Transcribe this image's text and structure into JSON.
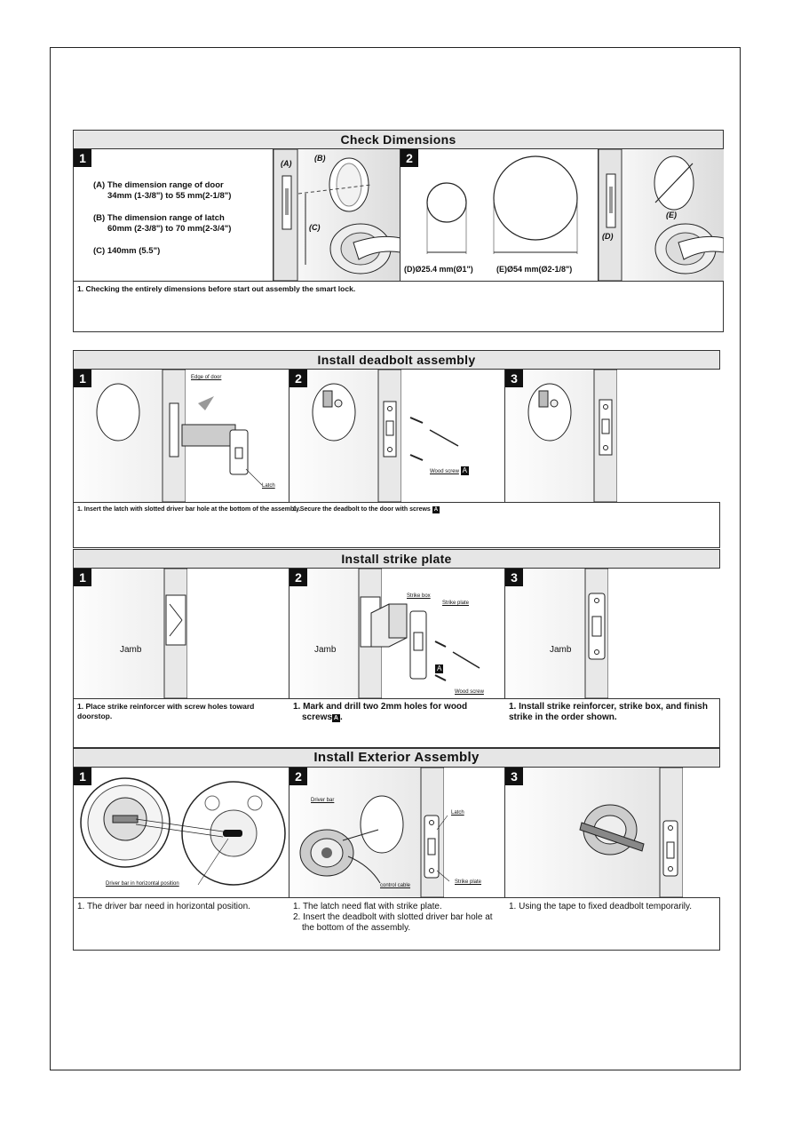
{
  "check": {
    "title": "Check Dimensions",
    "step1_num": "1",
    "step2_num": "2",
    "spec_a_1": "(A)  The dimension range of door",
    "spec_a_2": "34mm (1-3/8\") to 55 mm(2-1/8\")",
    "spec_b_1": "(B)  The dimension range of latch",
    "spec_b_2": "60mm (2-3/8\") to 70 mm(2-3/4\")",
    "spec_c": "(C)  140mm (5.5\")",
    "lbl_a": "(A)",
    "lbl_b": "(B)",
    "lbl_c": "(C)",
    "lbl_d": "(D)",
    "lbl_e": "(E)",
    "hole_d": "(D)Ø25.4 mm(Ø1\")",
    "hole_e": "(E)Ø54 mm(Ø2-1/8\")",
    "note": "1. Checking the entirely dimensions before start out assembly the smart lock."
  },
  "deadbolt": {
    "title": "Install deadbolt assembly",
    "n1": "1",
    "n2": "2",
    "n3": "3",
    "edge_label": "Edge of door",
    "latch_label": "Latch",
    "wood_screw": "Wood screw",
    "badge": "A",
    "cap1": "1. Insert the latch with slotted driver bar hole at the bottom of the assembly.",
    "cap2": "1. Secure the deadbolt to the door with screws"
  },
  "strike": {
    "title": "Install strike plate",
    "n1": "1",
    "n2": "2",
    "n3": "3",
    "jamb": "Jamb",
    "strike_box": "Strike box",
    "strike_plate": "Strike plate",
    "wood_screw": "Wood screw",
    "badge": "A",
    "cap1": "1. Place strike reinforcer with screw holes toward doorstop.",
    "cap2a": "1. Mark and drill two 2mm holes for wood",
    "cap2b": "screws",
    "cap3": "1. Install strike reinforcer, strike box, and finish strike in the order shown."
  },
  "exterior": {
    "title": "Install Exterior Assembly",
    "n1": "1",
    "n2": "2",
    "n3": "3",
    "driver_bar_pos": "Driver bar in horizontal position",
    "driver_bar": "Driver bar",
    "latch": "Latch",
    "control_cable": "control cable",
    "strike_plate": "Strike plate",
    "cap1": "1. The driver bar need in horizontal position.",
    "cap2a": "1. The latch need flat with strike plate.",
    "cap2b": "2. Insert the deadbolt with slotted driver bar hole at",
    "cap2c": "the bottom of the assembly.",
    "cap3": "1. Using the tape to fixed deadbolt temporarily."
  }
}
